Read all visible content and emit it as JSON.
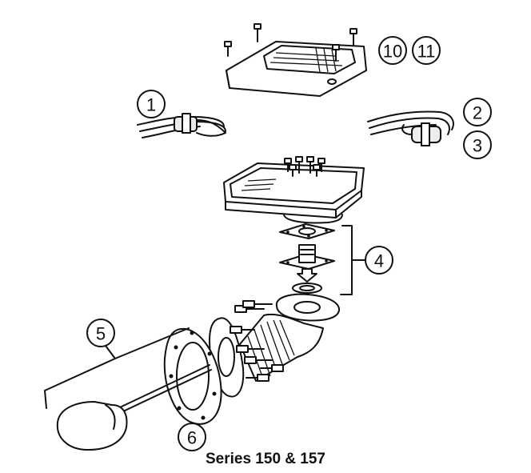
{
  "callouts": {
    "c1": "1",
    "c2": "2",
    "c3": "3",
    "c4": "4",
    "c5": "5",
    "c6": "6",
    "c10": "10",
    "c11": "11"
  },
  "caption": "Series 150 & 157"
}
